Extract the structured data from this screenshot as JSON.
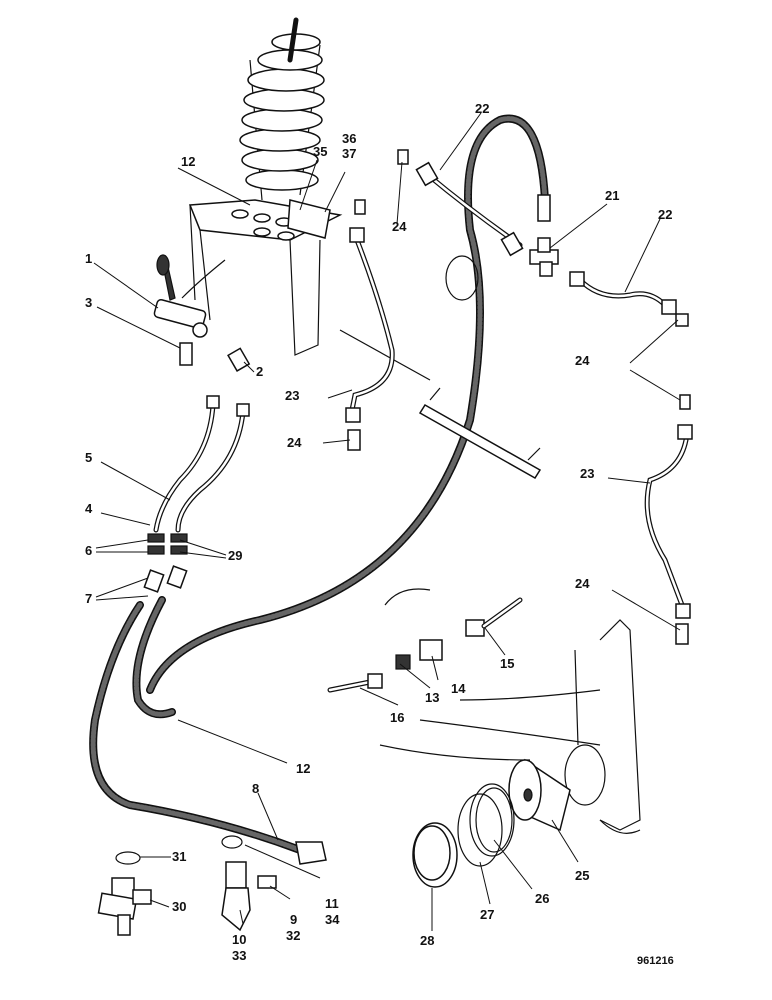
{
  "reference": "961216",
  "callouts": [
    {
      "id": "c1",
      "text": "1"
    },
    {
      "id": "c2",
      "text": "2"
    },
    {
      "id": "c3",
      "text": "3"
    },
    {
      "id": "c4",
      "text": "4"
    },
    {
      "id": "c5",
      "text": "5"
    },
    {
      "id": "c6",
      "text": "6"
    },
    {
      "id": "c7",
      "text": "7"
    },
    {
      "id": "c8",
      "text": "8"
    },
    {
      "id": "c9",
      "text": "9"
    },
    {
      "id": "c32",
      "text": "32"
    },
    {
      "id": "c10",
      "text": "10"
    },
    {
      "id": "c33",
      "text": "33"
    },
    {
      "id": "c11",
      "text": "11"
    },
    {
      "id": "c34",
      "text": "34"
    },
    {
      "id": "c12a",
      "text": "12"
    },
    {
      "id": "c12b",
      "text": "12"
    },
    {
      "id": "c13",
      "text": "13"
    },
    {
      "id": "c14",
      "text": "14"
    },
    {
      "id": "c15",
      "text": "15"
    },
    {
      "id": "c16",
      "text": "16"
    },
    {
      "id": "c21",
      "text": "21"
    },
    {
      "id": "c22a",
      "text": "22"
    },
    {
      "id": "c22b",
      "text": "22"
    },
    {
      "id": "c23a",
      "text": "23"
    },
    {
      "id": "c23b",
      "text": "23"
    },
    {
      "id": "c24a",
      "text": "24"
    },
    {
      "id": "c24b",
      "text": "24"
    },
    {
      "id": "c24c",
      "text": "24"
    },
    {
      "id": "c24d",
      "text": "24"
    },
    {
      "id": "c25",
      "text": "25"
    },
    {
      "id": "c26",
      "text": "26"
    },
    {
      "id": "c27",
      "text": "27"
    },
    {
      "id": "c28",
      "text": "28"
    },
    {
      "id": "c29",
      "text": "29"
    },
    {
      "id": "c30",
      "text": "30"
    },
    {
      "id": "c31",
      "text": "31"
    },
    {
      "id": "c35",
      "text": "35"
    },
    {
      "id": "c36",
      "text": "36"
    },
    {
      "id": "c37",
      "text": "37"
    }
  ]
}
